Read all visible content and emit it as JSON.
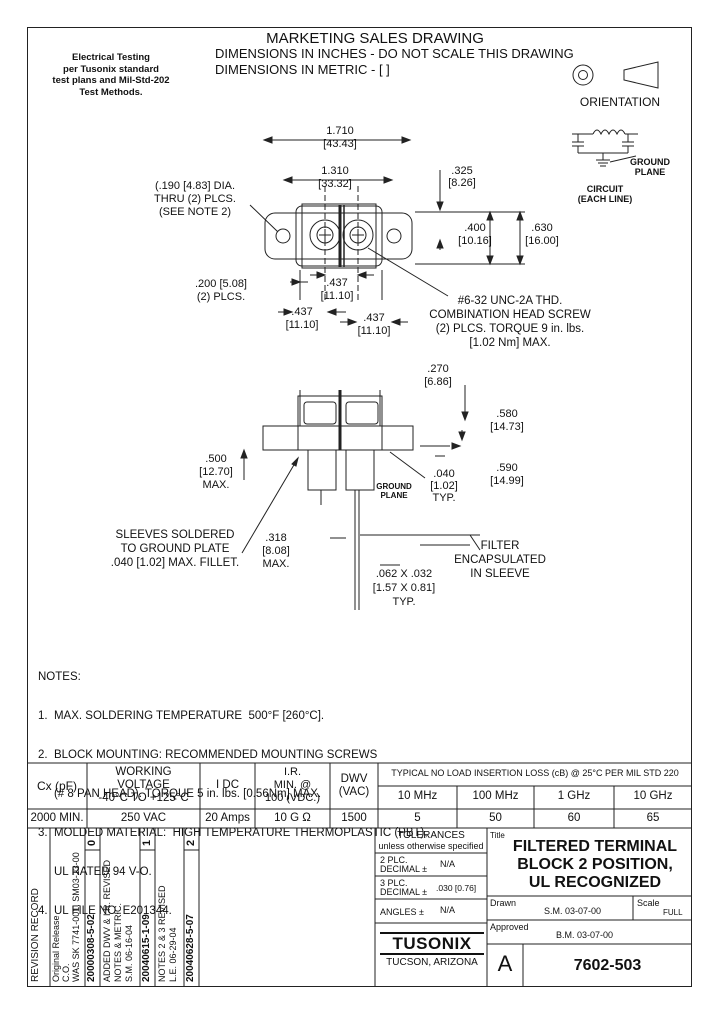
{
  "header": {
    "title": "MARKETING SALES DRAWING",
    "line2": "DIMENSIONS IN INCHES - DO NOT SCALE THIS DRAWING",
    "line3": "DIMENSIONS IN METRIC - [   ]",
    "testing": [
      "Electrical Testing",
      "per Tusonix standard",
      "test plans and Mil-Std-202",
      "Test Methods."
    ],
    "orientation": "ORIENTATION",
    "circuit": [
      "CIRCUIT",
      "(EACH LINE)"
    ],
    "ground_plane": [
      "GROUND",
      "PLANE"
    ]
  },
  "top_view": {
    "d1710": [
      "1.710",
      "[43.43]"
    ],
    "d1310": [
      "1.310",
      "[33.32]"
    ],
    "dia": [
      "(.190 [4.83] DIA.",
      "THRU (2) PLCS.",
      "(SEE NOTE 2)"
    ],
    "d325": [
      ".325",
      "[8.26]"
    ],
    "d400": [
      ".400",
      "[10.16]"
    ],
    "d630": [
      ".630",
      "[16.00]"
    ],
    "d200": [
      ".200 [5.08]",
      "(2) PLCS."
    ],
    "d437a": [
      ".437",
      "[11.10]"
    ],
    "d437b": [
      ".437",
      "[11.10]"
    ],
    "d437c": [
      ".437",
      "[11.10]"
    ],
    "screw": [
      "#6-32 UNC-2A THD.",
      "COMBINATION HEAD SCREW",
      "(2) PLCS. TORQUE 9 in. lbs.",
      "[1.02 Nm] MAX."
    ]
  },
  "side_view": {
    "d270": [
      ".270",
      "[6.86]"
    ],
    "d580": [
      ".580",
      "[14.73]"
    ],
    "d500": [
      ".500",
      "[12.70]",
      "MAX."
    ],
    "d590": [
      ".590",
      "[14.99]"
    ],
    "d040": [
      ".040",
      "[1.02]",
      "TYP."
    ],
    "ground": [
      "GROUND",
      "PLANE"
    ],
    "sleeves": [
      "SLEEVES SOLDERED",
      "TO GROUND PLATE",
      ".040 [1.02] MAX. FILLET."
    ],
    "d318": [
      ".318",
      "[8.08]",
      "MAX."
    ],
    "filter": [
      "FILTER",
      "ENCAPSULATED",
      "IN SLEEVE"
    ],
    "d062": [
      ".062 X .032",
      "[1.57 X 0.81]",
      "TYP."
    ]
  },
  "notes": {
    "title": "NOTES:",
    "items": [
      "1.  MAX. SOLDERING TEMPERATURE  500°F [260°C].",
      "2.  BLOCK MOUNTING: RECOMMENDED MOUNTING SCREWS",
      "     (# 8 PAN HEAD). TORQUE 5 in. lbs. [0.56Nm] MAX.",
      "3.  MOLDED MATERIAL:  HIGH TEMPERATURE THERMOPLASTIC (PBT),",
      "     UL RATED 94 V-O.",
      "4.  UL FILE NO. E201344."
    ]
  },
  "spec_table": {
    "h_cx": "Cx  (pF)",
    "h_wv": [
      "WORKING",
      "VOLTAGE",
      "-40°C TO +125°C"
    ],
    "h_idc": "I DC",
    "h_ir": [
      "I.R.",
      "MIN. @",
      "100 (VDC.)"
    ],
    "h_dwv": [
      "DWV",
      "(VAC)"
    ],
    "h_loss": "TYPICAL NO LOAD INSERTION LOSS (cB) @ 25°C PER MIL STD 220",
    "freqs": [
      "10 MHz",
      "100 MHz",
      "1 GHz",
      "10 GHz"
    ],
    "row": [
      "2000 MIN.",
      "250 VAC",
      "20  Amps",
      "10 G Ω",
      "1500"
    ],
    "losses": [
      "5",
      "50",
      "60",
      "65"
    ]
  },
  "revisions": {
    "label": "REVISION RECORD",
    "col1": [
      "Original Release",
      "C.O.",
      "WAS SK 7741-001, SM03-13-00"
    ],
    "col2": [
      "ADDED DWV & I.R. REVISED",
      "NOTES & METRIC.",
      "S.M. 06-16-04"
    ],
    "col3": [
      "NOTES 2 & 3 REVISED",
      "L.E. 06-29-04"
    ],
    "codes": [
      "20000308-5-02",
      "20040615-1-09",
      "20040628-5-07"
    ],
    "revs": [
      "0",
      "1",
      "2"
    ]
  },
  "tolerances": {
    "title": "TOLERANCES",
    "subtitle": "unless otherwise specified",
    "rows": [
      {
        "label": [
          "2 PLC.",
          "DECIMAL ±"
        ],
        "value": "N/A"
      },
      {
        "label": [
          "3 PLC.",
          "DECIMAL ±"
        ],
        "value": ".030 [0.76]"
      },
      {
        "label": [
          "ANGLES ±"
        ],
        "value": "N/A"
      }
    ],
    "logo": "TUSONIX",
    "location": "TUCSON, ARIZONA"
  },
  "title_block": {
    "title_label": "Title",
    "title": [
      "FILTERED TERMINAL",
      "BLOCK 2 POSITION,",
      "UL RECOGNIZED"
    ],
    "drawn_label": "Drawn",
    "drawn": "S.M. 03-07-00",
    "scale_label": "Scale",
    "scale": "FULL",
    "approved_label": "Approved",
    "approved": "B.M. 03-07-00",
    "rev": "A",
    "part": "7602-503"
  }
}
